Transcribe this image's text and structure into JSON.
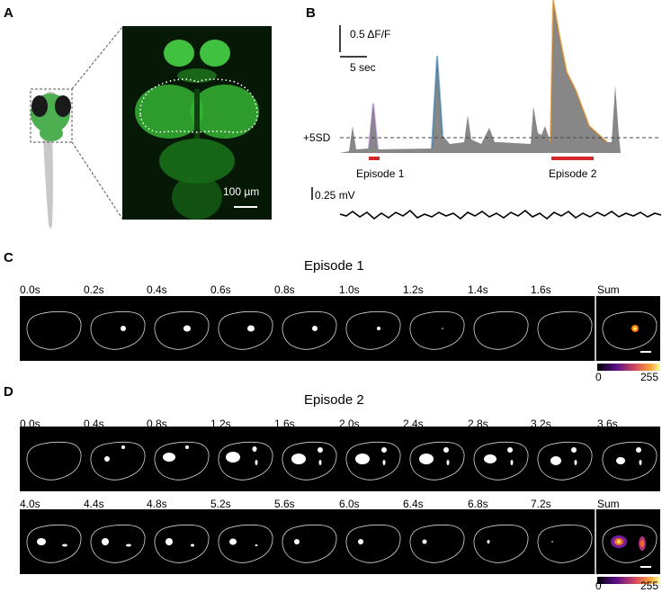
{
  "panels": {
    "a": {
      "label": "A",
      "scalebar_text": "100 µm"
    },
    "b": {
      "label": "B",
      "df_scale": "0.5 ΔF/F",
      "time_scale": "5 sec",
      "threshold_label": "+5SD",
      "episode1": "Episode 1",
      "episode2": "Episode 2",
      "mv_scale": "0.25 mV"
    },
    "c": {
      "label": "C",
      "title": "Episode 1",
      "times": [
        "0.0s",
        "0.2s",
        "0.4s",
        "0.6s",
        "0.8s",
        "1.0s",
        "1.2s",
        "1.4s",
        "1.6s"
      ],
      "sum_label": "Sum",
      "cbar_min": "0",
      "cbar_max": "255"
    },
    "d": {
      "label": "D",
      "title": "Episode 2",
      "times_row1": [
        "0.0s",
        "0.4s",
        "0.8s",
        "1.2s",
        "1.6s",
        "2.0s",
        "2.4s",
        "2.8s",
        "3.2s",
        "3.6s"
      ],
      "times_row2": [
        "4.0s",
        "4.4s",
        "4.8s",
        "5.2s",
        "5.6s",
        "6.0s",
        "6.4s",
        "6.8s",
        "7.2s"
      ],
      "sum_label": "Sum",
      "sum_label2": "Sum",
      "cbar_min": "0",
      "cbar_max": "255"
    }
  },
  "colors": {
    "fluor_green": "#3fcf3f",
    "dark_bg": "#000000",
    "fish_green": "#4caf50",
    "episode_bar": "#d62728"
  }
}
